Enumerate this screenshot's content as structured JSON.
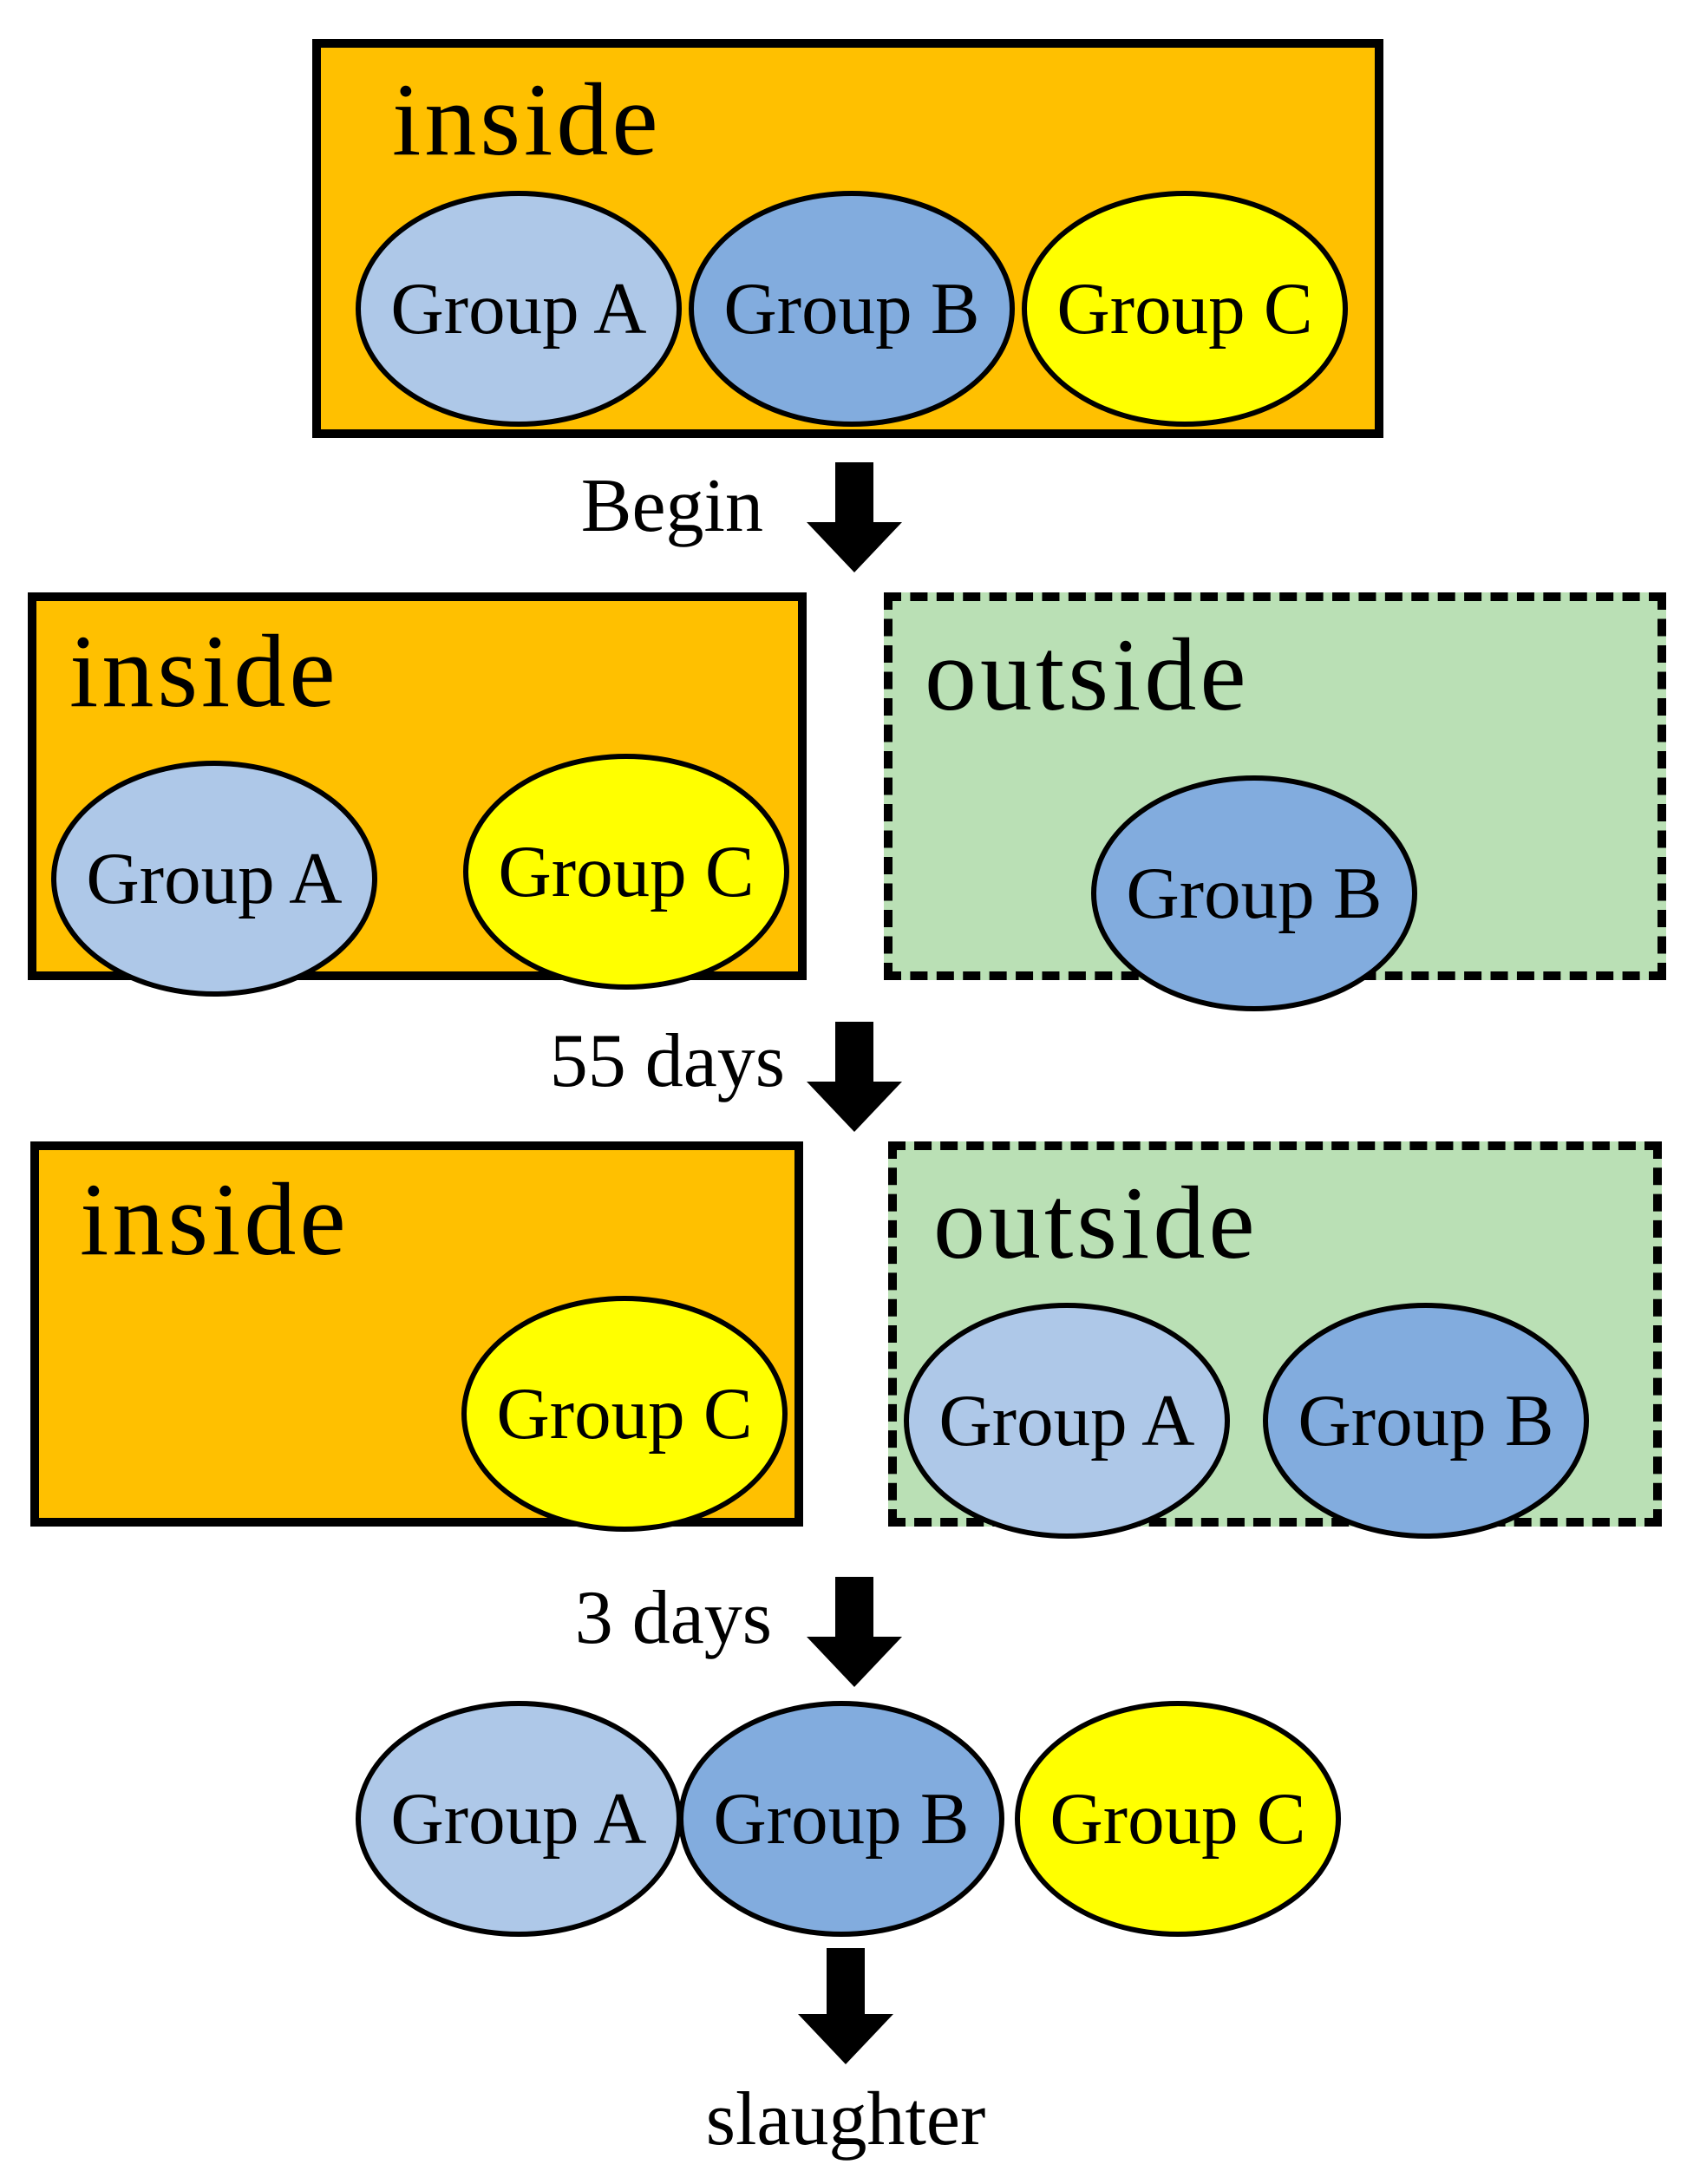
{
  "diagram": {
    "stage_initial": {
      "location": "inside",
      "groups": [
        {
          "name": "Group A"
        },
        {
          "name": "Group B"
        },
        {
          "name": "Group C"
        }
      ]
    },
    "transition_begin": {
      "label": "Begin"
    },
    "stage_day0": {
      "inside": {
        "location": "inside",
        "groups": [
          {
            "name": "Group A"
          },
          {
            "name": "Group C"
          }
        ]
      },
      "outside": {
        "location": "outside",
        "groups": [
          {
            "name": "Group B"
          }
        ]
      }
    },
    "transition_55_days": {
      "label": "55 days"
    },
    "stage_day55": {
      "inside": {
        "location": "inside",
        "groups": [
          {
            "name": "Group C"
          }
        ]
      },
      "outside": {
        "location": "outside",
        "groups": [
          {
            "name": "Group A"
          },
          {
            "name": "Group B"
          }
        ]
      }
    },
    "transition_3_days": {
      "label": "3 days"
    },
    "stage_final": {
      "groups": [
        {
          "name": "Group A"
        },
        {
          "name": "Group B"
        },
        {
          "name": "Group C"
        }
      ]
    },
    "end_label": "slaughter"
  },
  "colors": {
    "inside_fill": "#FFC000",
    "outside_fill": "#BAE0B5",
    "group_a": "#AEC8E8",
    "group_b": "#82ACDE",
    "group_c": "#FFFF00",
    "outline": "#000000",
    "arrow": "#000000",
    "text": "#000000"
  }
}
